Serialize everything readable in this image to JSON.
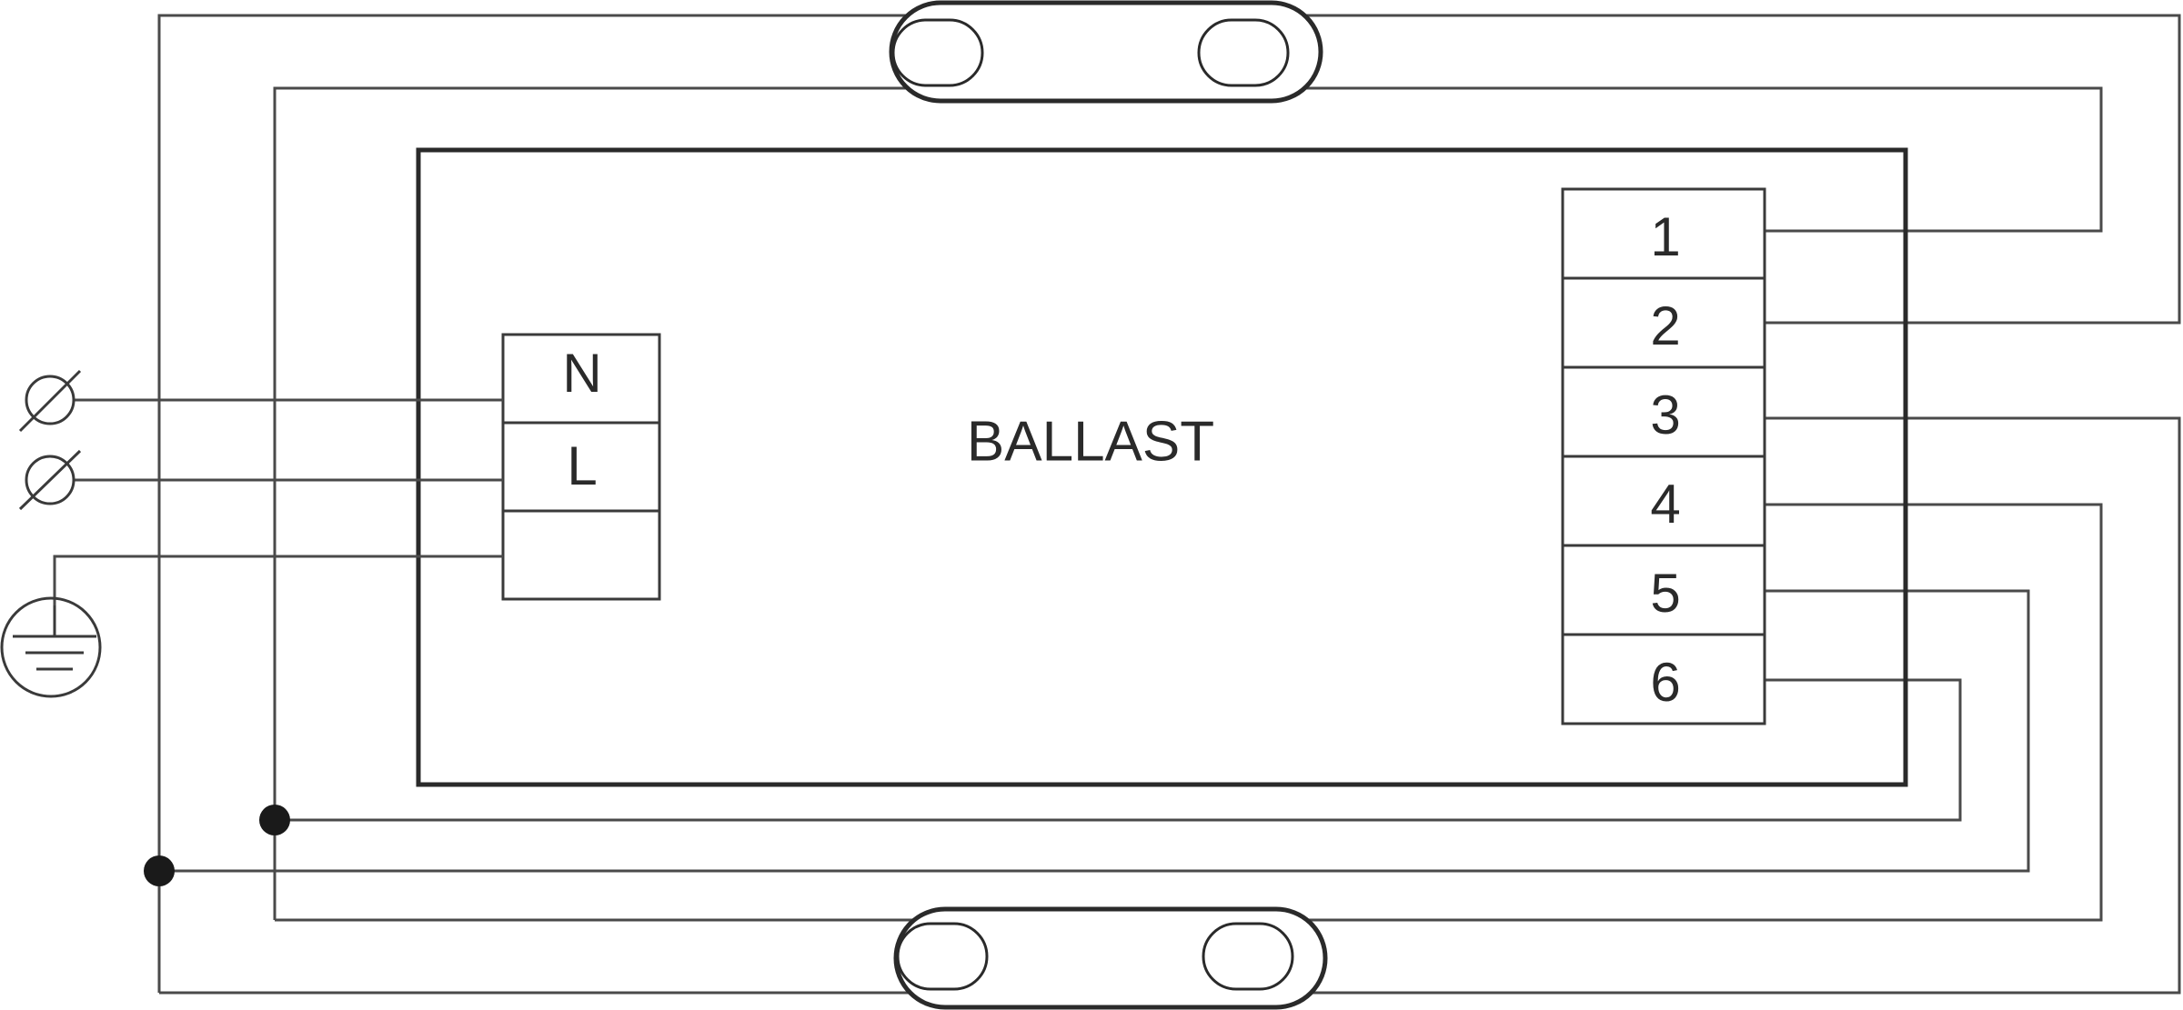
{
  "ballast": {
    "title": "BALLAST"
  },
  "input_terminals": {
    "neutral": "N",
    "line": "L",
    "earth": ""
  },
  "output_terminals": [
    "1",
    "2",
    "3",
    "4",
    "5",
    "6"
  ],
  "icons": {
    "terminal_screw": "terminal-screw-icon",
    "earth": "earth-ground-icon"
  },
  "colors": {
    "line": "#3a3a3a",
    "background": "#ffffff"
  }
}
